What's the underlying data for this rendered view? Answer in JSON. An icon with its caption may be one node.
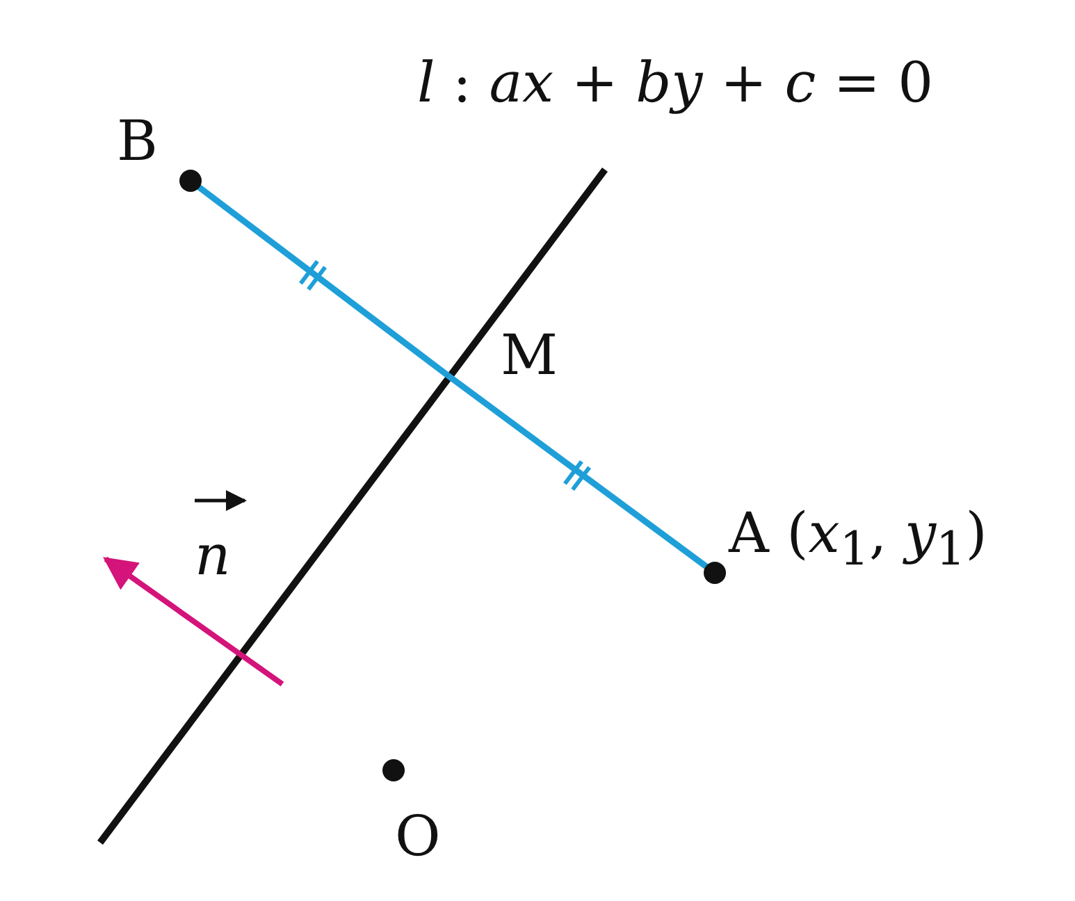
{
  "diagram": {
    "nodes": [
      {
        "text": [
          "B"
        ]
      },
      {
        "text": [
          "M"
        ]
      },
      {
        "text": [
          "A (*x*$_{1}$, *y*$_{1}$)"
        ]
      },
      {
        "text": [
          "O"
        ]
      }
    ],
    "edges": [
      {
        "from": 0,
        "to": 1,
        "arrow": "none",
        "color": "#1e9fd8"
      },
      {
        "from": 1,
        "to": 2,
        "arrow": "none",
        "color": "#1e9fd8"
      }
    ],
    "labels": [
      "*l* : *ax* + *by* + *c* = 0",
      "*n*"
    ]
  }
}
